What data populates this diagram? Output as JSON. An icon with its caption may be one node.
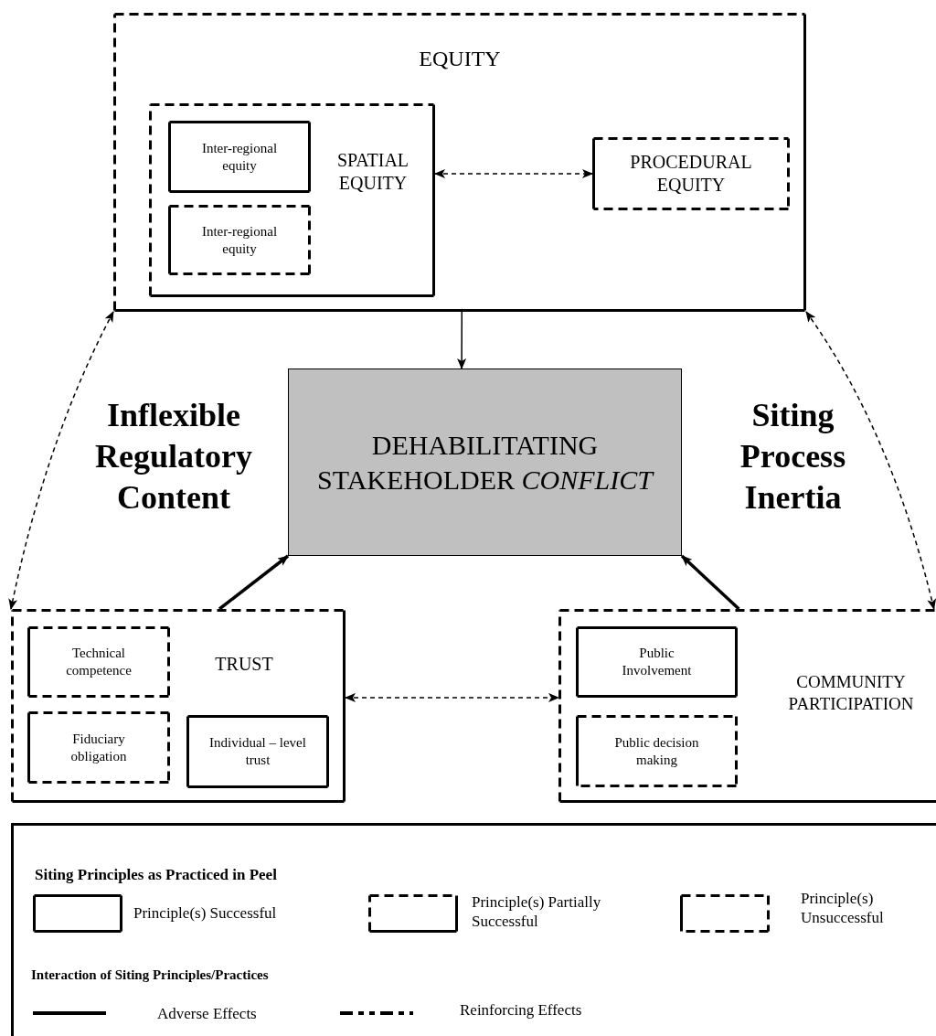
{
  "diagram": {
    "nodes": [
      {
        "text": [
          "EQUITY"
        ]
      },
      {
        "text": [
          "SPATIAL EQUITY"
        ],
        "in": 0
      },
      {
        "text": [
          "Inter-regional equity"
        ],
        "in": 1
      },
      {
        "text": [
          "Inter-regional equity"
        ],
        "in": 1
      },
      {
        "text": [
          "PROCEDURAL EQUITY"
        ],
        "in": 0
      },
      {
        "text": [
          "DEHABILITATING STAKEHOLDER *CONFLICT*"
        ]
      },
      {
        "text": [
          "TRUST"
        ]
      },
      {
        "text": [
          "Technical competence"
        ],
        "in": 6
      },
      {
        "text": [
          "Fiduciary obligation"
        ],
        "in": 6
      },
      {
        "text": [
          "Individual – level trust"
        ],
        "in": 6
      },
      {
        "text": [
          "COMMUNITY PARTICIPATION"
        ]
      },
      {
        "text": [
          "Public Involvement"
        ],
        "in": 10
      },
      {
        "text": [
          "Public decision making"
        ],
        "in": 10
      }
    ],
    "edges": [
      {
        "from": 0,
        "to": 5,
        "arrow": "to"
      },
      {
        "from": 1,
        "to": 4,
        "arrow": "both",
        "style": "dashed"
      },
      {
        "from": 6,
        "to": 10,
        "arrow": "both",
        "style": "dashed"
      },
      {
        "from": 6,
        "to": 5,
        "arrow": "to",
        "style": "thick"
      },
      {
        "from": 10,
        "to": 5,
        "arrow": "to",
        "style": "thick"
      },
      {
        "from": 0,
        "to": 6,
        "arrow": "both",
        "style": "dashed"
      },
      {
        "from": 0,
        "to": 10,
        "arrow": "both",
        "style": "dashed"
      }
    ],
    "labels": [
      "Inflexible Regulatory Content",
      "Siting Process Inertia",
      "Siting Principles as Practiced in Peel",
      "Interaction of Siting Principles/Practices"
    ],
    "legend": [
      {
        "text": "Principle(s) Successful"
      },
      {
        "text": "Principle(s) Partially Successful"
      },
      {
        "text": "Principle(s) Unsuccessful"
      },
      {
        "text": "Adverse Effects"
      },
      {
        "text": "Reinforcing Effects"
      }
    ]
  }
}
